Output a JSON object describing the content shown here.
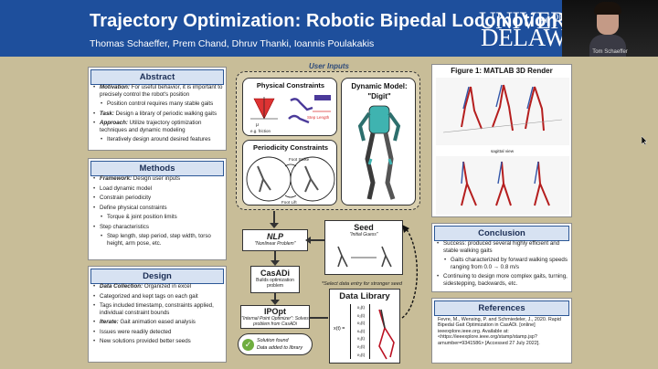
{
  "poster": {
    "title": "Trajectory Optimization: Robotic Bipedal Locomotion",
    "authors": "Thomas Schaeffer, Prem Chand, Dhruv Thanki, Ioannis Poulakakis",
    "logo": {
      "univ": "UNIVERSITY",
      "of": "OF",
      "del": "DELAWARE"
    }
  },
  "webcam": {
    "name": "Tom Schaeffer"
  },
  "abstract": {
    "heading": "Abstract",
    "items": [
      {
        "label": "Motivation:",
        "text": " For useful behavior, it is important to precisely control the robot's position",
        "level": 0
      },
      {
        "label": "",
        "text": "Position control requires many stable gaits",
        "level": 1
      },
      {
        "label": "Task:",
        "text": " Design a library of periodic walking gaits",
        "level": 0
      },
      {
        "label": "Approach:",
        "text": " Utilize trajectory optimization techniques and dynamic modeling",
        "level": 0
      },
      {
        "label": "",
        "text": "Iteratively design around desired features",
        "level": 1
      }
    ]
  },
  "methods": {
    "heading": "Methods",
    "items": [
      {
        "label": "Framework:",
        "text": " Design user inputs",
        "level": 0
      },
      {
        "label": "",
        "text": "Load dynamic model",
        "level": 0
      },
      {
        "label": "",
        "text": "Constrain periodicity",
        "level": 0
      },
      {
        "label": "",
        "text": "Define physical constraints",
        "level": 0
      },
      {
        "label": "",
        "text": "Torque & joint position limits",
        "level": 1
      },
      {
        "label": "",
        "text": "Step characteristics",
        "level": 0
      },
      {
        "label": "",
        "text": "Step length, step period, step width, torso height, arm pose, etc.",
        "level": 1
      }
    ]
  },
  "design": {
    "heading": "Design",
    "items": [
      {
        "label": "Data Collection:",
        "text": " Organized in excel",
        "level": 0
      },
      {
        "label": "",
        "text": "Categorized and kept tags on each gait",
        "level": 0
      },
      {
        "label": "",
        "text": "Tags included timestamp, constraints applied, individual constraint bounds",
        "level": 0
      },
      {
        "label": "Iterate:",
        "text": " Gait animation eased analysis",
        "level": 0
      },
      {
        "label": "",
        "text": "Issues were readily detected",
        "level": 0
      },
      {
        "label": "",
        "text": "New solutions provided better seeds",
        "level": 0
      }
    ]
  },
  "center": {
    "user_inputs": "User Inputs",
    "physical_constraints": "Physical Constraints",
    "phys_labels": {
      "mu": "μ",
      "fric": "e.g. friction",
      "step": "Step Length"
    },
    "dynamic_model_title": "Dynamic Model:",
    "dynamic_model_name": "\"Digit\"",
    "periodicity_constraints": "Periodicity Constraints",
    "foot_strike": "Foot Strike",
    "foot_lift": "Foot Lift",
    "seed_title": "Seed",
    "seed_sub": "\"Initial Guess\"",
    "nlp_title": "NLP",
    "nlp_sub": "\"Nonlinear Problem\"",
    "casadi_title": "CasADi",
    "casadi_sub": "Builds optimization problem",
    "select_note": "*Select data entry for stronger seed",
    "ipopt_title": "IPOpt",
    "ipopt_sub": "\"Internal Point Optimizer\": Solves problem from CasADi",
    "solution_found": "Solution found",
    "data_added": "Data added to library",
    "data_library": "Data Library",
    "x_of_t": "x(t) =",
    "x_entries": [
      "x₁(t)",
      "x₂(t)",
      "x₃(t)",
      "x₄(t)",
      "v₁(t)",
      "v₂(t)",
      "v₃(t)"
    ]
  },
  "figure1": {
    "heading": "Figure 1: MATLAB 3D Render",
    "subtitle": "sagittal view"
  },
  "conclusion": {
    "heading": "Conclusion",
    "items": [
      {
        "label": "",
        "text": "Success: produced several highly efficient and stable walking gaits",
        "level": 0
      },
      {
        "label": "",
        "text": "Gaits characterized by forward walking speeds ranging from 0.0 → 0.8 m/s",
        "level": 1
      },
      {
        "label": "",
        "text": "Continuing to design more complex gaits, turning, sidestepping, backwards, etc.",
        "level": 0
      }
    ]
  },
  "references": {
    "heading": "References",
    "text": "Fevre, M., Wensing, P. and Schmiedeler, J., 2020. Rapid Bipedal Gait Optimization in CasADi. [online] ieeexplore.ieee.org. Available at:<https://ieeexplore.ieee.org/stamp/stamp.jsp?arnumber=9341586> [Accessed 27 July 2022]."
  }
}
